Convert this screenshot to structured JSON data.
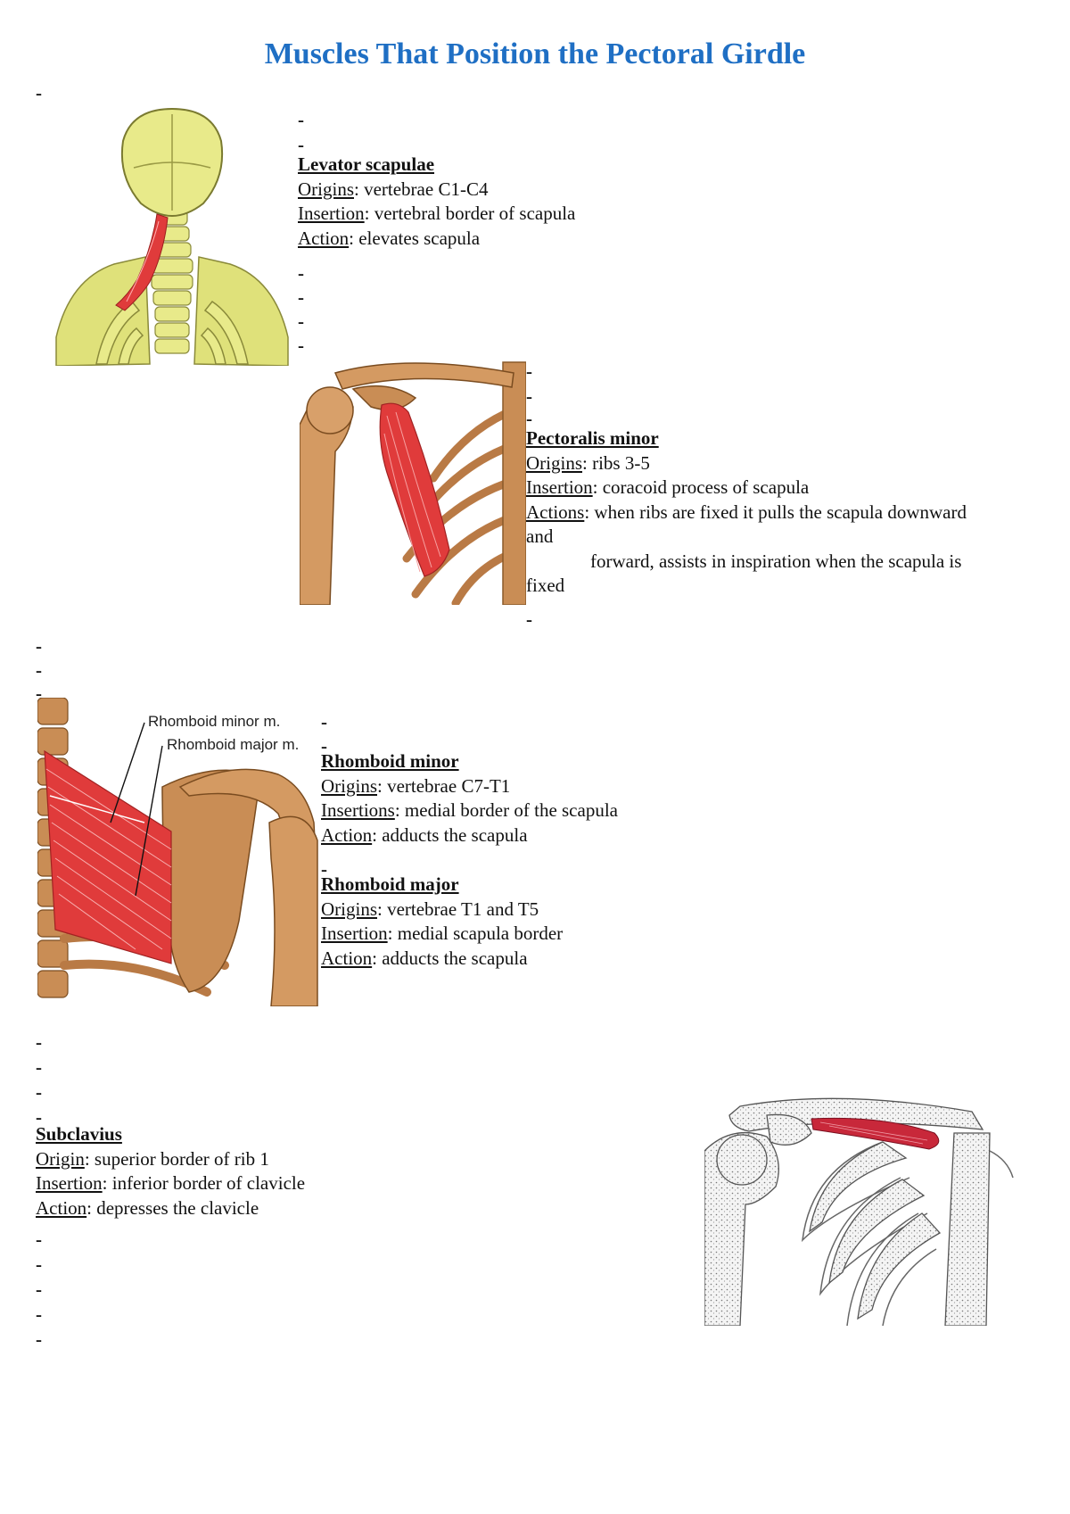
{
  "document": {
    "title": "Muscles That Position the Pectoral Girdle",
    "dash": "-"
  },
  "sections": {
    "levator": {
      "heading": "Levator scapulae",
      "lines": [
        {
          "label": "Origins",
          "text": ": vertebrae C1-C4"
        },
        {
          "label": "Insertion",
          "text": ": vertebral border of scapula"
        },
        {
          "label": "Action",
          "text": ": elevates scapula"
        }
      ]
    },
    "pectoralis": {
      "heading": "Pectoralis minor",
      "lines": [
        {
          "label": "Origins",
          "text": ": ribs 3-5"
        },
        {
          "label": "Insertion",
          "text": ": coracoid process of scapula"
        },
        {
          "label": "Actions",
          "text": ": when ribs are fixed it pulls the scapula downward"
        }
      ],
      "wrap1": "and",
      "wrap2": "forward, assists in inspiration when the scapula is",
      "wrap3": "fixed"
    },
    "rhomboid_minor": {
      "heading": "Rhomboid minor",
      "lines": [
        {
          "label": "Origins",
          "text": ": vertebrae C7-T1"
        },
        {
          "label": "Insertions",
          "text": ": medial border of the scapula"
        },
        {
          "label": "Action",
          "text": ": adducts the scapula"
        }
      ]
    },
    "rhomboid_major": {
      "heading": "Rhomboid major",
      "lines": [
        {
          "label": "Origins",
          "text": ": vertebrae T1 and T5"
        },
        {
          "label": "Insertion",
          "text": ": medial scapula border"
        },
        {
          "label": "Action",
          "text": ": adducts the scapula"
        }
      ]
    },
    "subclavius": {
      "heading": "Subclavius",
      "lines": [
        {
          "label": "Origin",
          "text": ": superior border of rib 1"
        },
        {
          "label": "Insertion",
          "text": ": inferior border of clavicle"
        },
        {
          "label": "Action",
          "text": ": depresses the clavicle"
        }
      ]
    }
  },
  "figures": {
    "rhomboid": {
      "label_minor": "Rhomboid minor m.",
      "label_major": "Rhomboid major m."
    }
  },
  "colors": {
    "title": "#1f6fc4",
    "muscle": "#e03b3b",
    "bone_yellow": "#e8ea8a",
    "bone_tan": "#c98d55"
  }
}
